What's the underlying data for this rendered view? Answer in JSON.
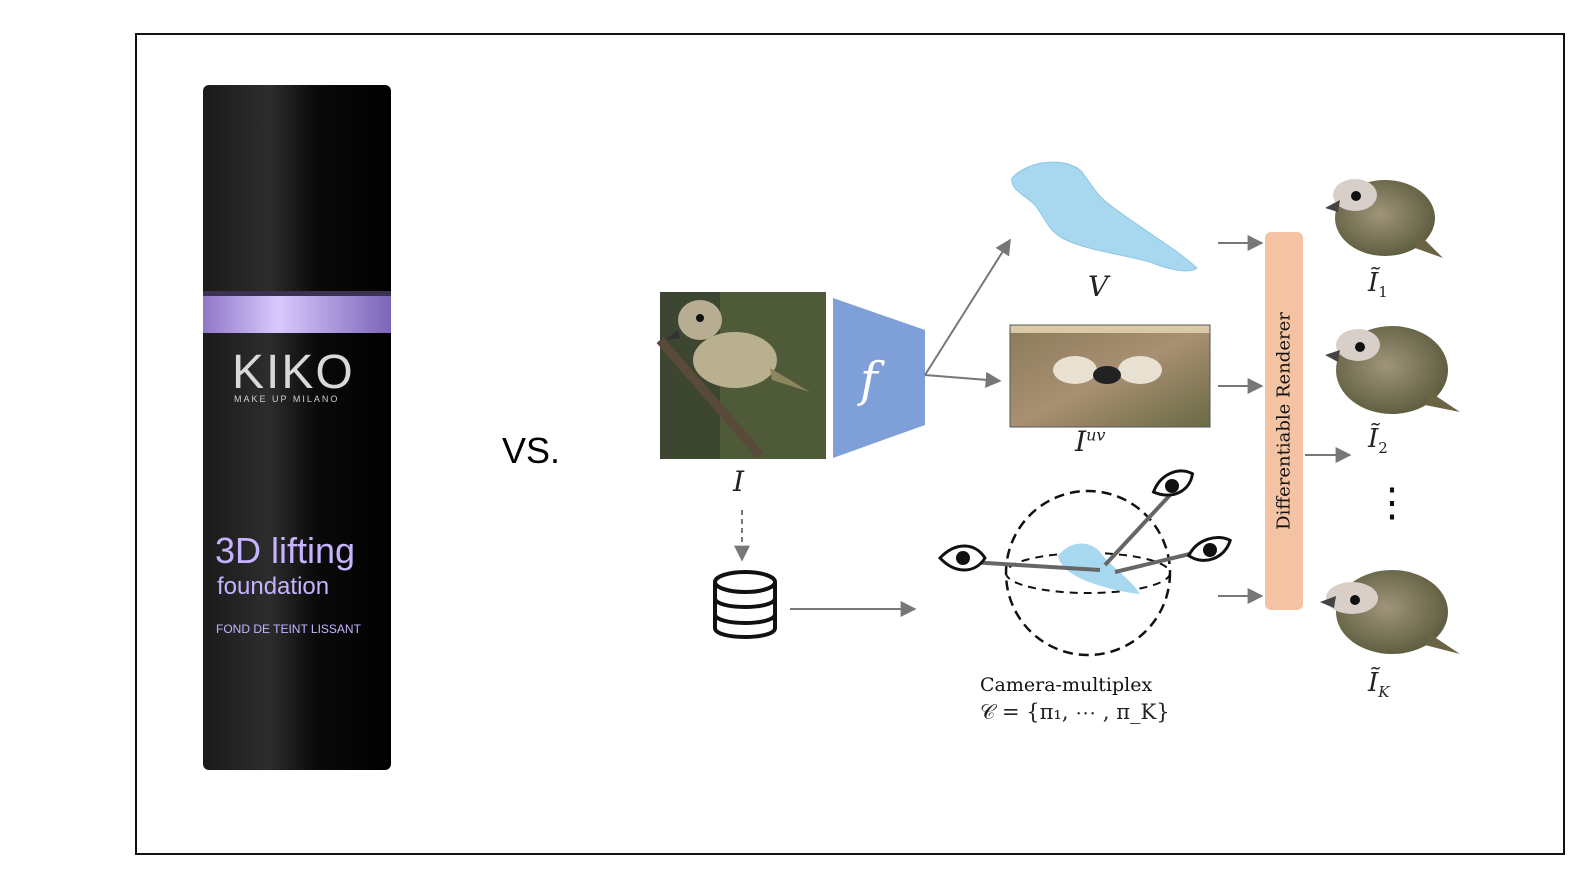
{
  "comparison": {
    "vs_label": "VS.",
    "bottle": {
      "brand": "KIKO",
      "brand_sub": "MAKE UP MILANO",
      "line1": "3D lifting",
      "line2": "foundation",
      "line3": "FOND DE TEINT LISSANT"
    }
  },
  "diagram": {
    "input_label": "I",
    "encoder_label": "f",
    "shape_label": "V",
    "texture_label_base": "I",
    "texture_label_sup": "uv",
    "renderer_label": "Differentiable Renderer",
    "camera_title": "Camera-multiplex",
    "camera_formula": "𝒞 = {π₁, ⋯ , π_K}",
    "outputs": [
      {
        "base": "Ĩ",
        "sub": "1"
      },
      {
        "base": "Ĩ",
        "sub": "2"
      },
      {
        "base": "Ĩ",
        "sub": "K"
      }
    ],
    "ellipsis": "⋮"
  },
  "colors": {
    "encoder": "#7f9fd8",
    "renderer": "#f4c3a3",
    "mesh": "#a8d8ef",
    "bottle_band": "#b9a3e6",
    "bottle_text": "#c6b3ff"
  }
}
